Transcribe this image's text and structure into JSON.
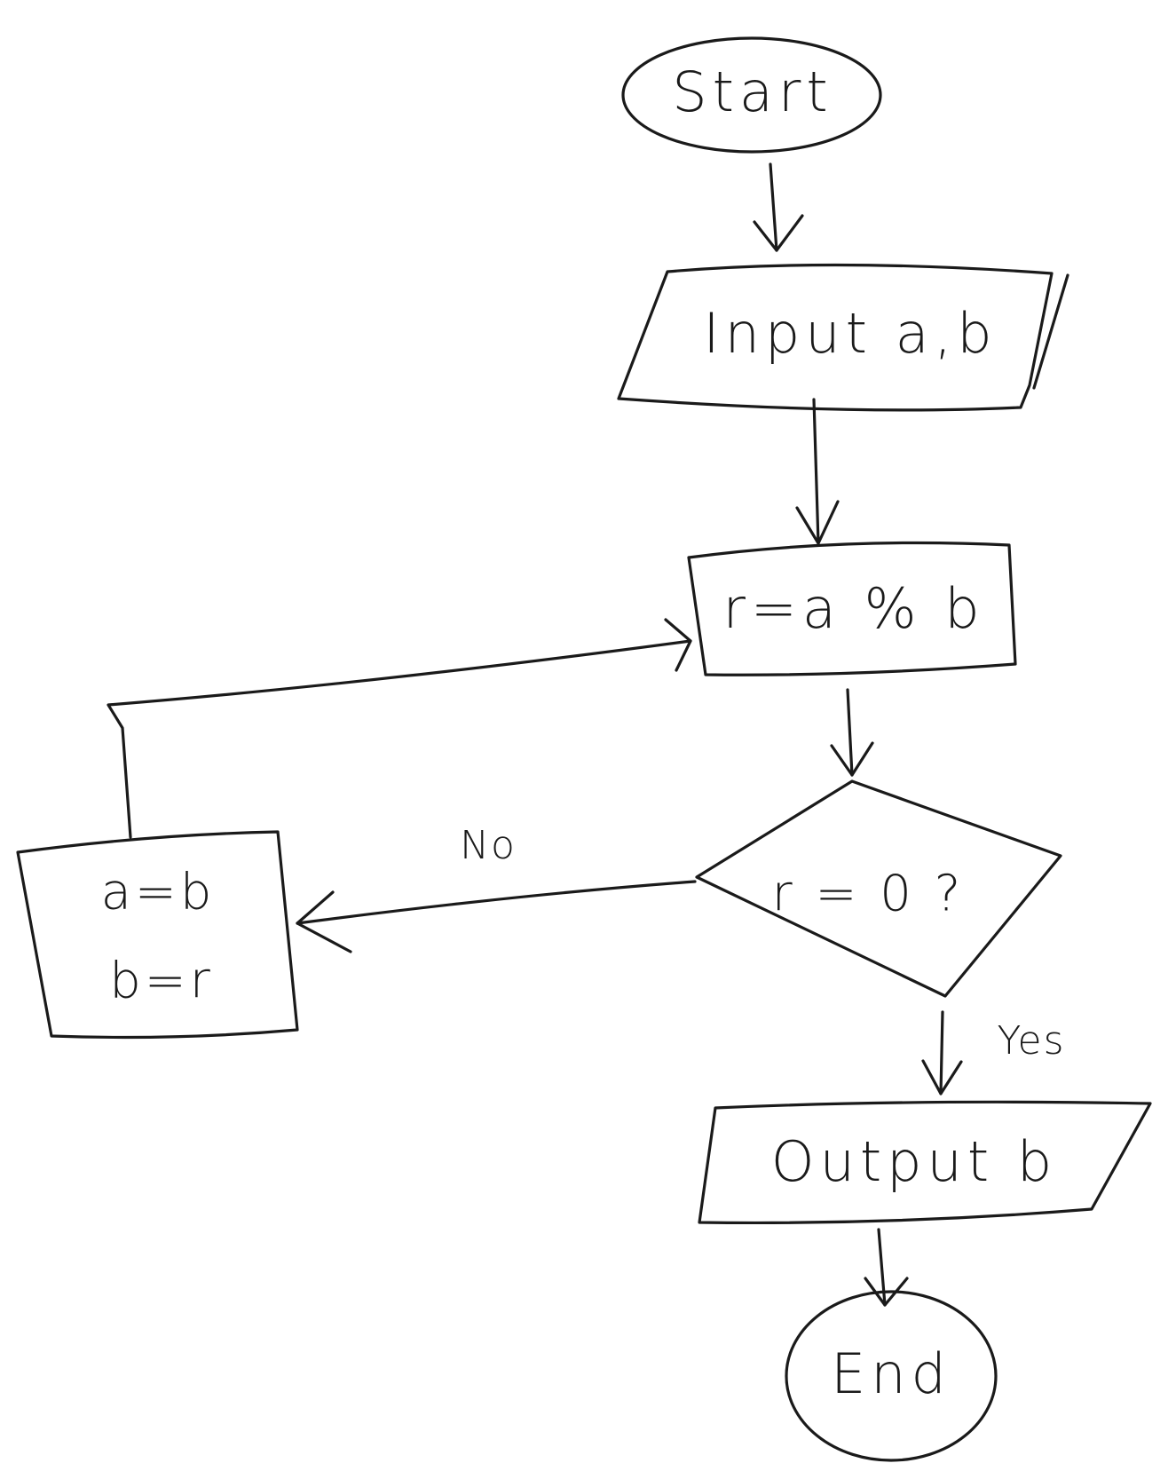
{
  "nodes": {
    "start": "Start",
    "input": "Input a,b",
    "compute": "r=a % b",
    "decision": "r = 0 ?",
    "update_line1": "a=b",
    "update_line2": "b=r",
    "output": "Output b",
    "end": "End"
  },
  "edges": {
    "no_label": "No",
    "yes_label": "Yes"
  }
}
